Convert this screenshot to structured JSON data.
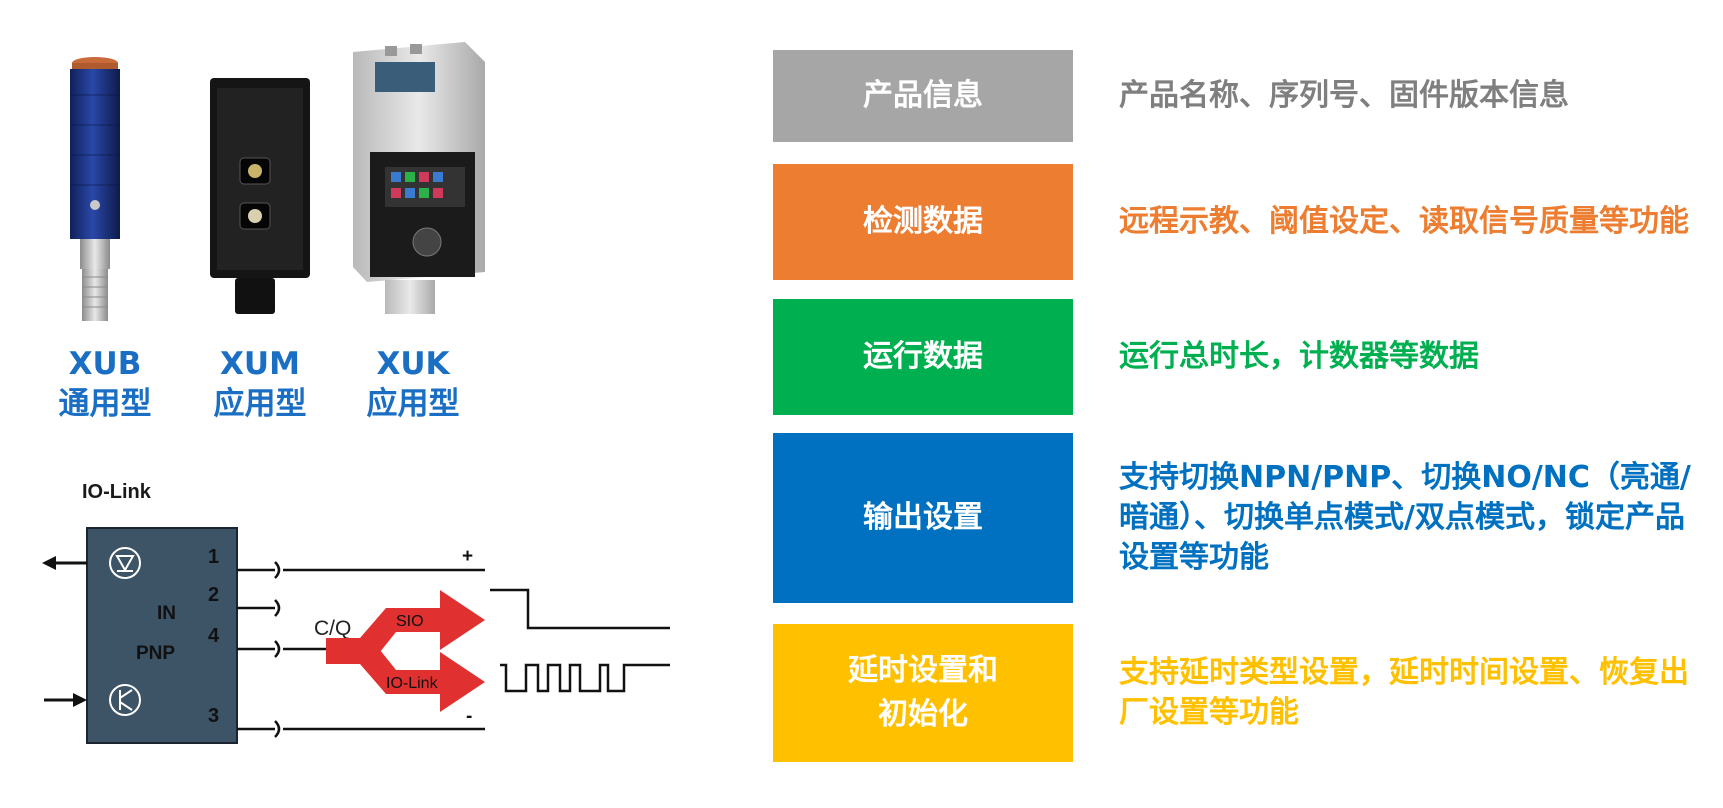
{
  "products": [
    {
      "model": "XUB",
      "type": "通用型"
    },
    {
      "model": "XUM",
      "type": "应用型"
    },
    {
      "model": "XUK",
      "type": "应用型"
    }
  ],
  "diagram": {
    "title": "IO-Link",
    "labels": {
      "in": "IN",
      "pnp": "PNP",
      "cq": "C/Q",
      "sio": "SIO",
      "iolink": "IO-Link"
    },
    "pins": [
      "1",
      "2",
      "4",
      "3"
    ],
    "polarity": {
      "plus": "+",
      "minus": "-"
    },
    "colors": {
      "block": "#3d5366",
      "arrow": "#e03030"
    }
  },
  "features": [
    {
      "label": "产品信息",
      "desc": "产品名称、序列号、固件版本信息",
      "color": "#a6a6a6",
      "desc_color": "#7f7f7f"
    },
    {
      "label": "检测数据",
      "desc": "远程示教、阈值设定、读取信号质量等功能",
      "color": "#ed7d31",
      "desc_color": "#ed7d31"
    },
    {
      "label": "运行数据",
      "desc": "运行总时长，计数器等数据",
      "color": "#00b050",
      "desc_color": "#00b050"
    },
    {
      "label": "输出设置",
      "desc": "支持切换NPN/PNP、切换NO/NC（亮通/暗通）、切换单点模式/双点模式，锁定产品设置等功能",
      "color": "#0070c0",
      "desc_color": "#0070c0"
    },
    {
      "label": "延时设置和初始化",
      "desc": "支持延时类型设置，延时时间设置、恢复出厂设置等功能",
      "color": "#ffc000",
      "desc_color": "#ffc000"
    }
  ]
}
